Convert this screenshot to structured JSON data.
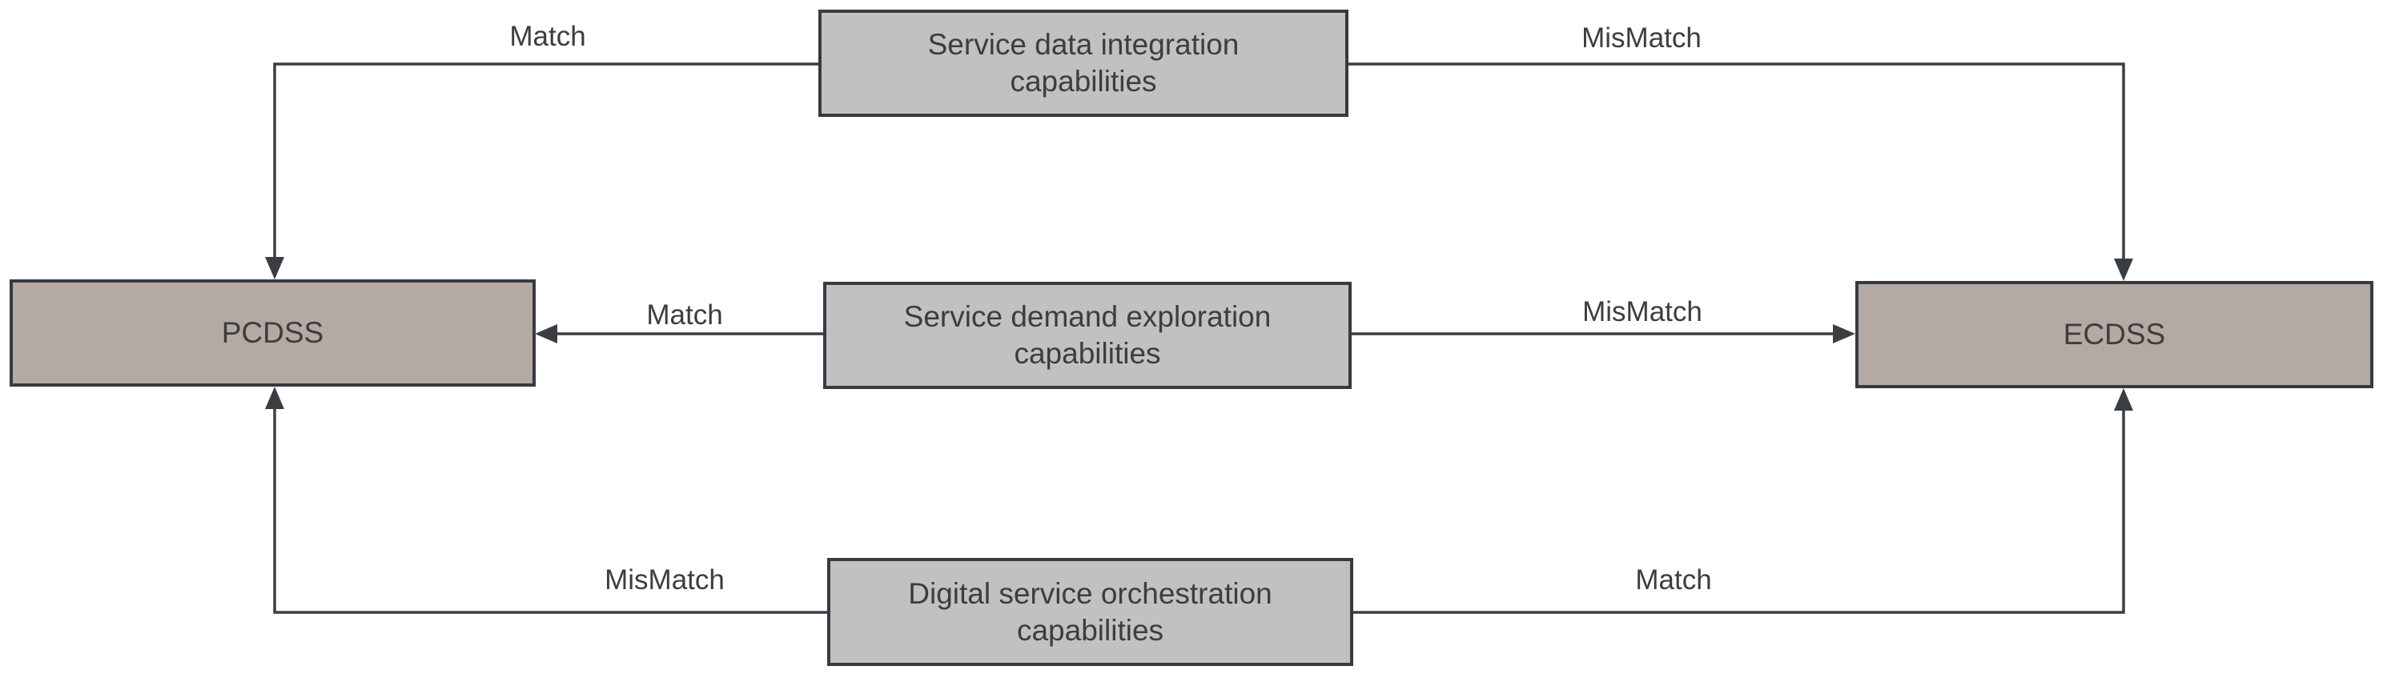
{
  "diagram": {
    "nodes": {
      "integration": {
        "label": "Service data integration capabilities"
      },
      "exploration": {
        "label": "Service demand exploration capabilities"
      },
      "orchestration": {
        "label": "Digital service orchestration capabilities"
      },
      "pcdss": {
        "label": "PCDSS"
      },
      "ecdss": {
        "label": "ECDSS"
      }
    },
    "edges": {
      "integration_to_pcdss": {
        "label": "Match"
      },
      "integration_to_ecdss": {
        "label": "MisMatch"
      },
      "exploration_to_pcdss": {
        "label": "Match"
      },
      "exploration_to_ecdss": {
        "label": "MisMatch"
      },
      "orchestration_to_pcdss": {
        "label": "MisMatch"
      },
      "orchestration_to_ecdss": {
        "label": "Match"
      }
    },
    "colors": {
      "side_node_fill": "#b5a9a3",
      "center_node_fill": "#c1c1c1",
      "node_border": "#363b41",
      "line": "#3a3e43",
      "text": "#3d3d3d",
      "background": "#ffffff"
    }
  }
}
